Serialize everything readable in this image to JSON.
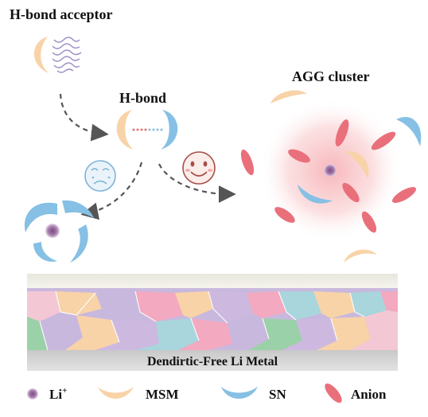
{
  "labels": {
    "acceptor": "H-bond acceptor",
    "hbond": "H-bond",
    "agg": "AGG cluster",
    "metal": "Dendirtic-Free Li Metal"
  },
  "legend": {
    "li": "Li",
    "li_sup": "+",
    "msm": "MSM",
    "sn": "SN",
    "anion": "Anion"
  },
  "colors": {
    "msm": "#F8D3A8",
    "sn": "#86C0E4",
    "anion": "#E9707B",
    "li": "#8B5E8F",
    "arrow": "#555555",
    "glow": "#F7B9BC"
  },
  "icons": [
    "squiggle-icon",
    "sad-face-icon",
    "smile-face-icon"
  ]
}
